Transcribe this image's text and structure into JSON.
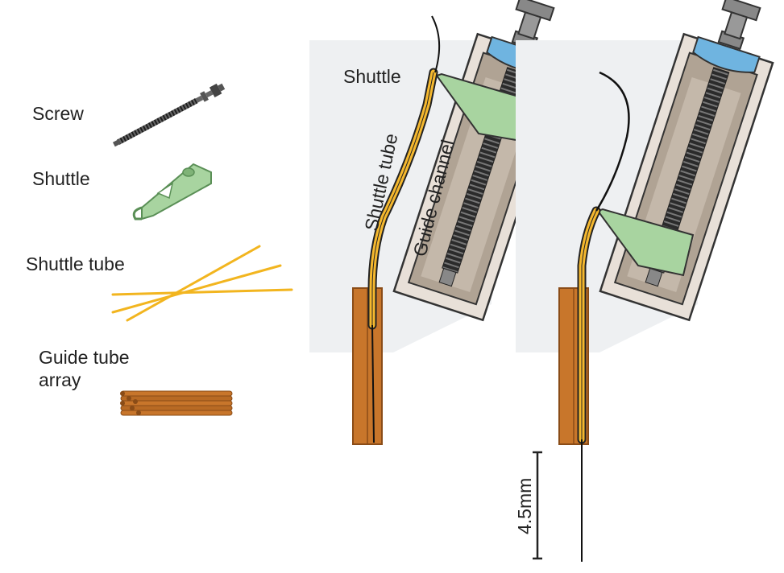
{
  "labels": {
    "screw": "Screw",
    "shuttle": "Shuttle",
    "shuttle_tube": "Shuttle tube",
    "guide_tube_array_line1": "Guide tube",
    "guide_tube_array_line2": "array",
    "callout_shuttle": "Shuttle",
    "callout_shuttle_tube": "Shuttle tube",
    "callout_guide_channel": "Guide channel",
    "scale_bar": "4.5mm"
  },
  "colors": {
    "copper": "#c8762b",
    "copper_dark": "#8a4c17",
    "tube_yellow": "#f5b82e",
    "shuttle_green": "#a8d4a0",
    "shuttle_green_dark": "#5a8f56",
    "channel_frame": "#e8e0d8",
    "channel_inner": "#b0a394",
    "clamp_blue": "#6fb4e0",
    "screw_gray": "#333333",
    "background_panel": "#eef0f2"
  },
  "icons": [
    "screw-icon",
    "shuttle-icon",
    "shuttle-tube-icon",
    "guide-tube-array-icon"
  ]
}
